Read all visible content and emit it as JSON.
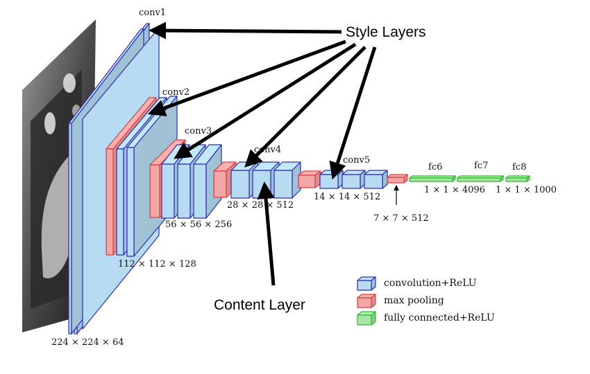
{
  "callouts": {
    "style": "Style Layers",
    "content": "Content Layer"
  },
  "block_labels": {
    "conv1": "conv1",
    "conv2": "conv2",
    "conv3": "conv3",
    "conv4": "conv4",
    "conv5": "conv5",
    "fc6": "fc6",
    "fc7": "fc7",
    "fc8": "fc8"
  },
  "dimension_labels": {
    "d224": "224 × 224 × 64",
    "d112": "112 × 112 × 128",
    "d56": "56 × 56 × 256",
    "d28": "28 × 28 × 512",
    "d14": "14 × 14 × 512",
    "d7": "7 × 7 × 512",
    "fc4096": "1 × 1 × 4096",
    "fc1000": "1 × 1 × 1000"
  },
  "legend": {
    "conv": "convolution+ReLU",
    "pool": "max pooling",
    "fc": "fully connected+ReLU"
  },
  "colors": {
    "conv_fill": "#b7dcf2",
    "conv_stroke": "#2a2ab5",
    "pool_fill": "#f3a6a6",
    "pool_stroke": "#e03a3a",
    "fc_fill": "#a6e6a6",
    "fc_stroke": "#2db52d",
    "arrow": "#000000"
  }
}
